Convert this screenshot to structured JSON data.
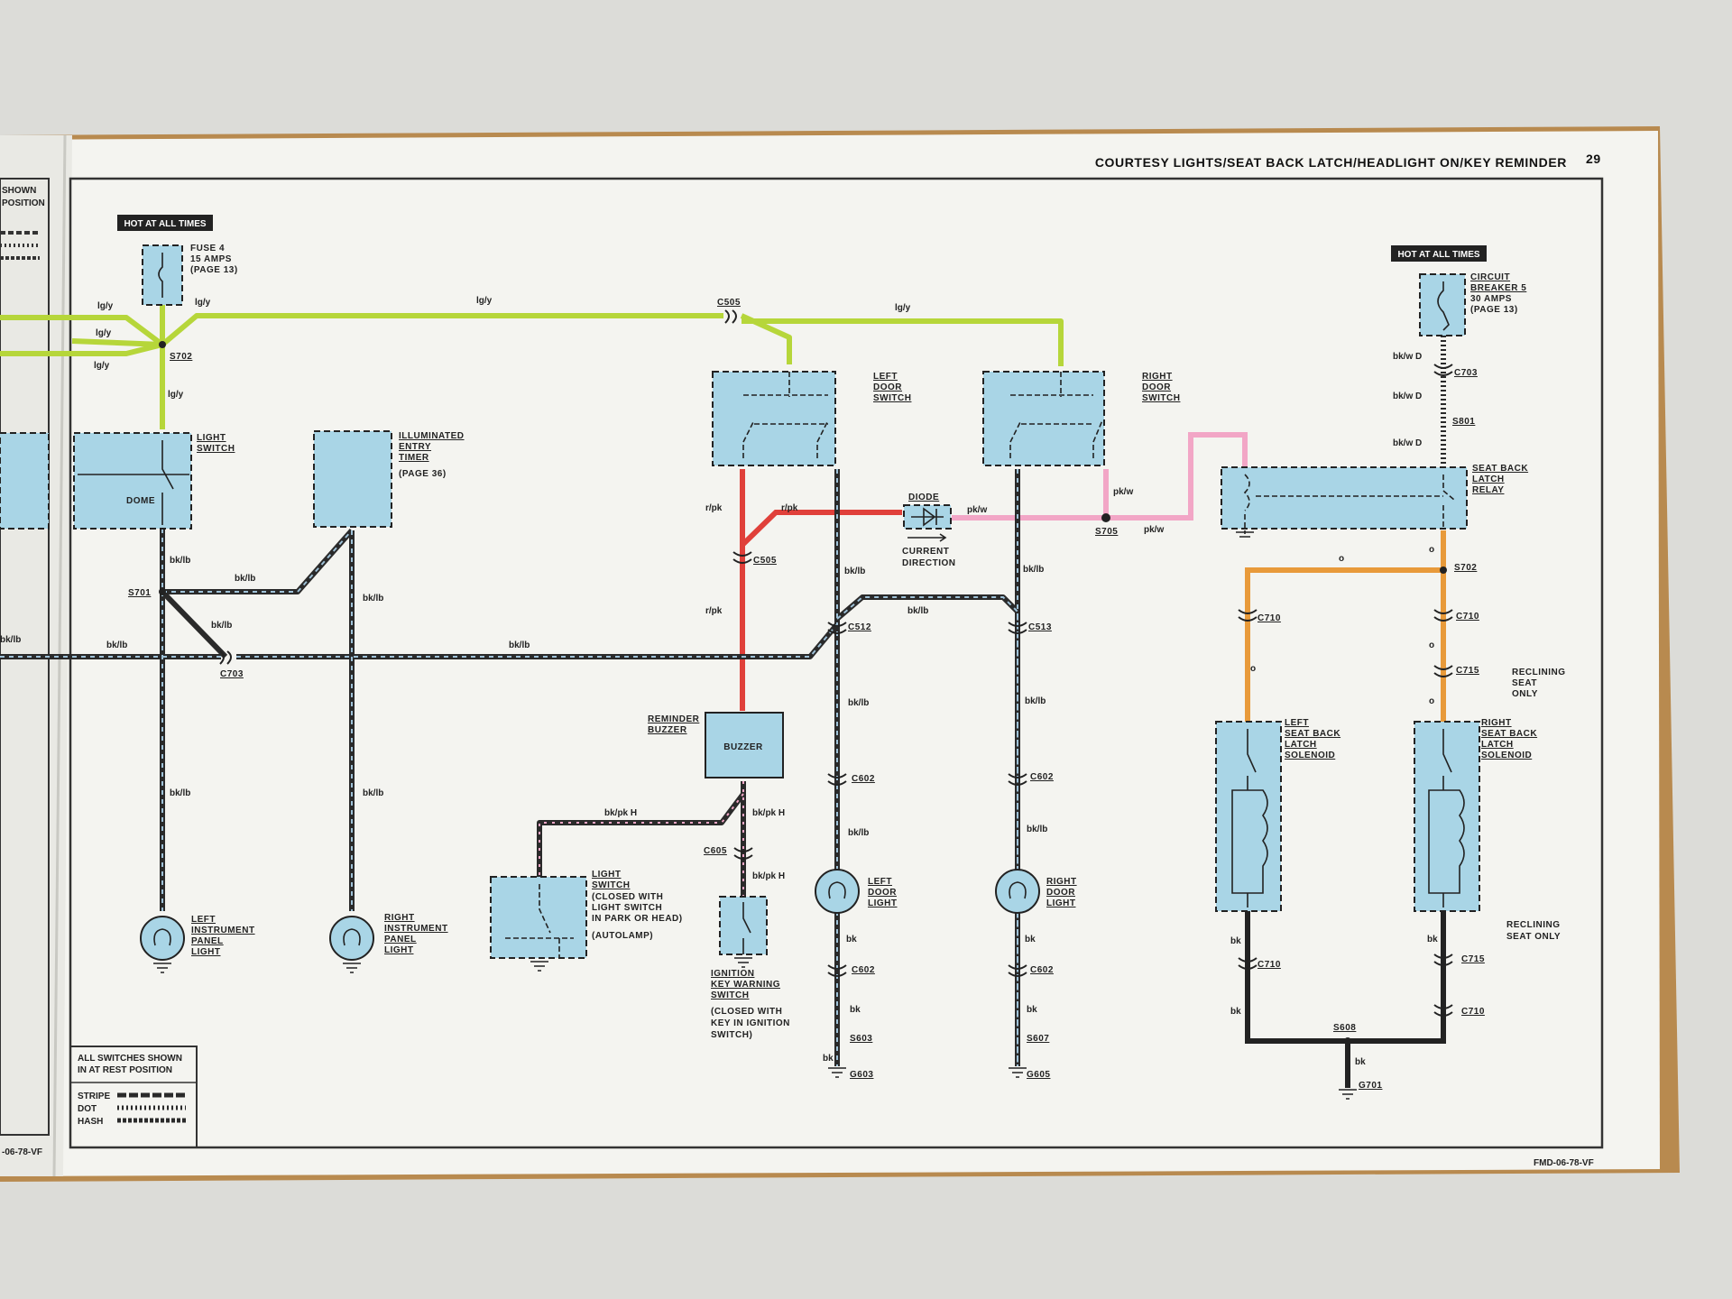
{
  "page": {
    "header": "COURTESY LIGHTS/SEAT BACK LATCH/HEADLIGHT ON/KEY REMINDER",
    "page_number": "29",
    "footer_code": "FMD-06-78-VF",
    "footer_code_left": "-06-78-VF"
  },
  "colors": {
    "light_green_yellow": "#b6d63a",
    "black_light_blue": "#2a2a2a",
    "red_pink": "#e0403a",
    "pink_white": "#f2a6c6",
    "orange": "#e89a3a",
    "component_fill": "#a9d5e6"
  },
  "tags": {
    "hot_left": "HOT AT ALL TIMES",
    "hot_right": "HOT AT ALL TIMES"
  },
  "components": {
    "fuse": [
      "FUSE 4",
      "15 AMPS",
      "(PAGE 13)"
    ],
    "breaker": [
      "CIRCUIT",
      "BREAKER 5",
      "30 AMPS",
      "(PAGE 13)"
    ],
    "light_switch": [
      "LIGHT",
      "SWITCH"
    ],
    "dome": "DOME",
    "entry_timer": [
      "ILLUMINATED",
      "ENTRY",
      "TIMER",
      "(PAGE 36)"
    ],
    "left_door_switch": [
      "LEFT",
      "DOOR",
      "SWITCH"
    ],
    "right_door_switch": [
      "RIGHT",
      "DOOR",
      "SWITCH"
    ],
    "seat_back_relay": [
      "SEAT BACK",
      "LATCH",
      "RELAY"
    ],
    "diode": "DIODE",
    "current_direction": [
      "CURRENT",
      "DIRECTION"
    ],
    "reminder_buzzer": [
      "REMINDER",
      "BUZZER"
    ],
    "buzzer": "BUZZER",
    "light_switch_auto": [
      "LIGHT",
      "SWITCH",
      "(CLOSED WITH",
      "LIGHT SWITCH",
      "IN PARK OR HEAD)",
      "(AUTOLAMP)"
    ],
    "ignition_switch": [
      "IGNITION",
      "KEY WARNING",
      "SWITCH",
      "(CLOSED WITH",
      "KEY IN IGNITION",
      "SWITCH)"
    ],
    "left_door_light": [
      "LEFT",
      "DOOR",
      "LIGHT"
    ],
    "right_door_light": [
      "RIGHT",
      "DOOR",
      "LIGHT"
    ],
    "left_ip_light": [
      "LEFT",
      "INSTRUMENT",
      "PANEL",
      "LIGHT"
    ],
    "right_ip_light": [
      "RIGHT",
      "INSTRUMENT",
      "PANEL",
      "LIGHT"
    ],
    "left_solenoid": [
      "LEFT",
      "SEAT BACK",
      "LATCH",
      "SOLENOID"
    ],
    "right_solenoid": [
      "RIGHT",
      "SEAT BACK",
      "LATCH",
      "SOLENOID"
    ],
    "reclining_1": [
      "RECLINING",
      "SEAT",
      "ONLY"
    ],
    "reclining_2": [
      "RECLINING",
      "SEAT ONLY"
    ]
  },
  "connectors": {
    "c505": "C505",
    "c505b": "C505",
    "s702": "S702",
    "s701": "S701",
    "c703": "C703",
    "c703r": "C703",
    "s801": "S801",
    "s705": "S705",
    "s702r": "S702",
    "c512": "C512",
    "c513": "C513",
    "c710a": "C710",
    "c710b": "C710",
    "c715a": "C715",
    "c602a": "C602",
    "c602b": "C602",
    "c602c": "C602",
    "c602d": "C602",
    "c605": "C605",
    "c710c": "C710",
    "c715b": "C715",
    "c710d": "C710",
    "s603": "S603",
    "g603": "G603",
    "s607": "S607",
    "g605": "G605",
    "s608": "S608",
    "g701": "G701"
  },
  "wire_labels": {
    "lgy1": "lg/y",
    "lgy2": "lg/y",
    "lgy3": "lg/y",
    "lgy4": "lg/y",
    "lgy5": "lg/y",
    "lgy6": "lg/y",
    "lgy7": "lg/y",
    "bkwd1": "bk/w D",
    "bkwd2": "bk/w D",
    "bkwd3": "bk/w D",
    "rpk1": "r/pk",
    "rpk2": "r/pk",
    "rpk3": "r/pk",
    "pkw1": "pk/w",
    "pkw2": "pk/w",
    "pkw3": "pk/w",
    "bklb1": "bk/lb",
    "bklb2": "bk/lb",
    "bklb3": "bk/lb",
    "bklb4": "bk/lb",
    "bklb5": "bk/lb",
    "bklb6": "bk/lb",
    "bklb7": "bk/lb",
    "bklb8": "bk/lb",
    "bklb9": "bk/lb",
    "bklb10": "bk/lb",
    "bklb11": "bk/lb",
    "bklb12": "bk/lb",
    "bklb13": "bk/lb",
    "bklb14": "bk/lb",
    "bklb15": "bk/lb",
    "bklb16": "bk/lb",
    "bkpkh1": "bk/pk H",
    "bkpkh2": "bk/pk H",
    "bkpkh3": "bk/pk H",
    "o1": "o",
    "o2": "o",
    "o3": "o",
    "o4": "o",
    "o5": "o",
    "bk1": "bk",
    "bk2": "bk",
    "bk3": "bk",
    "bk4": "bk",
    "bk5": "bk",
    "bk6": "bk",
    "bk7": "bk",
    "bk8": "bk",
    "bk9": "bk"
  },
  "legend": {
    "note": [
      "ALL SWITCHES SHOWN",
      "IN AT REST POSITION"
    ],
    "stripe": "STRIPE",
    "dot": "DOT",
    "hash": "HASH"
  },
  "left_page_legend": [
    "SHOWN",
    "POSITION"
  ]
}
